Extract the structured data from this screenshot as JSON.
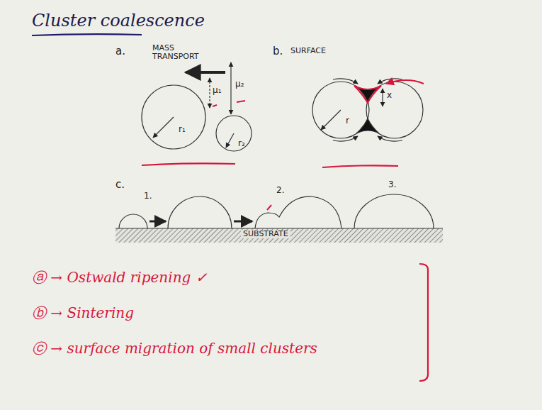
{
  "diagram": {
    "title": "Cluster coalescence",
    "labels": [
      "a.",
      "MASS TRANSPORT",
      "μ₁",
      "μ₂",
      "r₁",
      "r₂",
      "b.",
      "SURFACE",
      "r",
      "x",
      "c.",
      "1.",
      "2.",
      "3.",
      "SUBSTRATE",
      "ⓐ → Ostwald ripening ✓",
      "ⓑ → Sintering",
      "ⓒ → surface migration of small clusters"
    ]
  }
}
